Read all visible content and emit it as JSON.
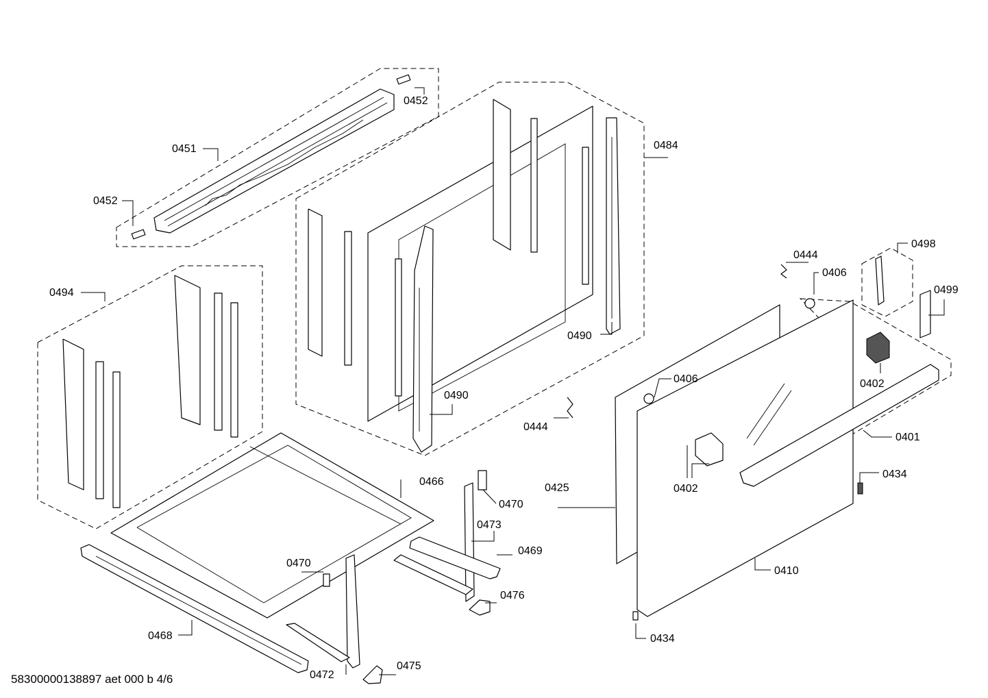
{
  "footer": {
    "doc_id": "58300000138897 aet 000 b 4/6"
  },
  "labels": {
    "p0452_top": "0452",
    "p0451": "0451",
    "p0452_left": "0452",
    "p0484": "0484",
    "p0494": "0494",
    "p0490_right": "0490",
    "p0490_center": "0490",
    "p0444_top": "0444",
    "p0406_top": "0406",
    "p0498": "0498",
    "p0499": "0499",
    "p0402_right": "0402",
    "p0406_mid": "0406",
    "p0444_mid": "0444",
    "p0401": "0401",
    "p0434_right": "0434",
    "p0425": "0425",
    "p0402_left": "0402",
    "p0466": "0466",
    "p0470_right": "0470",
    "p0473": "0473",
    "p0469": "0469",
    "p0470_left": "0470",
    "p0476": "0476",
    "p0410": "0410",
    "p0468": "0468",
    "p0434_bottom": "0434",
    "p0475": "0475",
    "p0472": "0472"
  }
}
